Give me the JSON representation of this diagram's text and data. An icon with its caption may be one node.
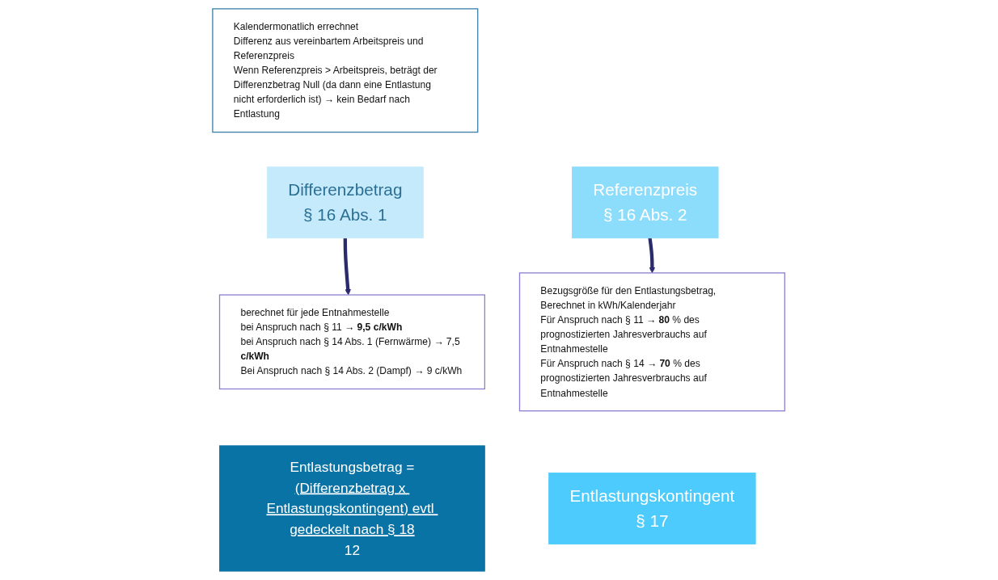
{
  "diagram": {
    "nodes": [
      {
        "text": [
          "Kalendermonatlich errechnet",
          "Differenz aus vereinbartem Arbeitspreis und Referenzpreis",
          "Wenn Referenzpreis > Arbeitspreis, beträgt der Differenzbetrag Null (da dann eine Entlastung nicht erforderlich ist) → kein Bedarf nach Entlastung"
        ]
      },
      {
        "text": [
          "Differenzbetrag",
          "§ 16 Abs. 1"
        ]
      },
      {
        "text": [
          "Referenzpreis",
          "§ 16 Abs. 2"
        ]
      },
      {
        "text": [
          "berechnet für jede Entnahmestelle",
          "bei Anspruch nach § 11 → **9,5 c/kWh**",
          "bei Anspruch nach § 14 Abs. 1 (Fernwärme) → 7,5 **c/kWh**",
          "Bei Anspruch nach § 14 Abs. 2 (Dampf) → 9 c/kWh"
        ]
      },
      {
        "text": [
          "Bezugsgröße für den Entlastungsbetrag,",
          "Berechnet in kWh/Kalenderjahr",
          "Für Anspruch nach § 11 → **80** % des prognostizierten Jahresverbrauchs auf Entnahmestelle",
          "Für Anspruch nach § 14 → **70** % des prognostizierten Jahresverbrauchs auf Entnahmestelle"
        ]
      },
      {
        "text": [
          "Entlastungskontingent",
          "§ 17"
        ]
      },
      {
        "text": [
          "Entlastungsbetrag =",
          "(Differenzbetrag x Entlastungskontingent) evtl gedeckelt nach § 18",
          "12"
        ]
      }
    ],
    "edges": [
      {
        "from": 1,
        "to": 3,
        "arrow": "to"
      },
      {
        "from": 2,
        "to": 4,
        "arrow": "to"
      }
    ]
  }
}
